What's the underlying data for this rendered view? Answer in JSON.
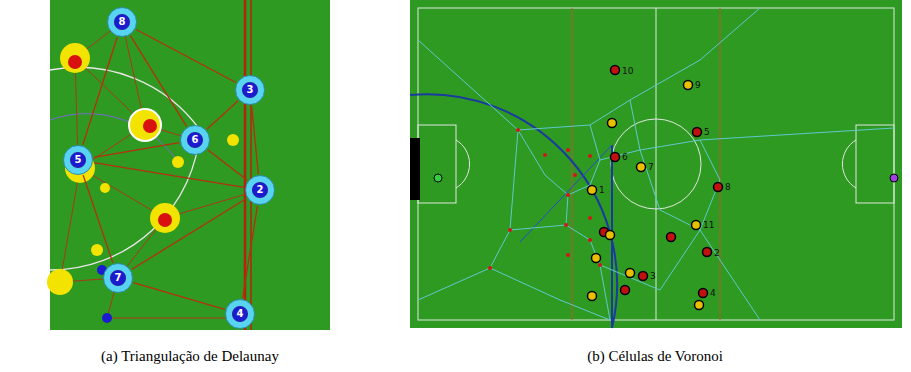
{
  "diagram": {
    "nodes": [
      {
        "text": [
          "8"
        ]
      },
      {
        "text": [
          "3"
        ]
      },
      {
        "text": [
          "6"
        ]
      },
      {
        "text": [
          "5"
        ]
      },
      {
        "text": [
          "2"
        ]
      },
      {
        "text": [
          "7"
        ]
      },
      {
        "text": [
          "4"
        ]
      }
    ],
    "edges": [
      {
        "from": 0,
        "to": 1,
        "arrow": "none"
      },
      {
        "from": 0,
        "to": 2,
        "arrow": "none"
      },
      {
        "from": 0,
        "to": 3,
        "arrow": "none"
      },
      {
        "from": 1,
        "to": 2,
        "arrow": "none"
      },
      {
        "from": 1,
        "to": 4,
        "arrow": "none"
      },
      {
        "from": 2,
        "to": 4,
        "arrow": "none"
      },
      {
        "from": 2,
        "to": 3,
        "arrow": "none"
      },
      {
        "from": 3,
        "to": 4,
        "arrow": "none"
      },
      {
        "from": 3,
        "to": 5,
        "arrow": "none"
      },
      {
        "from": 4,
        "to": 5,
        "arrow": "none"
      },
      {
        "from": 4,
        "to": 6,
        "arrow": "none"
      },
      {
        "from": 5,
        "to": 6,
        "arrow": "none"
      }
    ],
    "labels": [
      "(a) Triangulação de Delaunay",
      "(b) Células de Voronoi",
      "10",
      "9",
      "5",
      "7",
      "8",
      "11",
      "2",
      "3",
      "4",
      "6",
      "1"
    ]
  }
}
